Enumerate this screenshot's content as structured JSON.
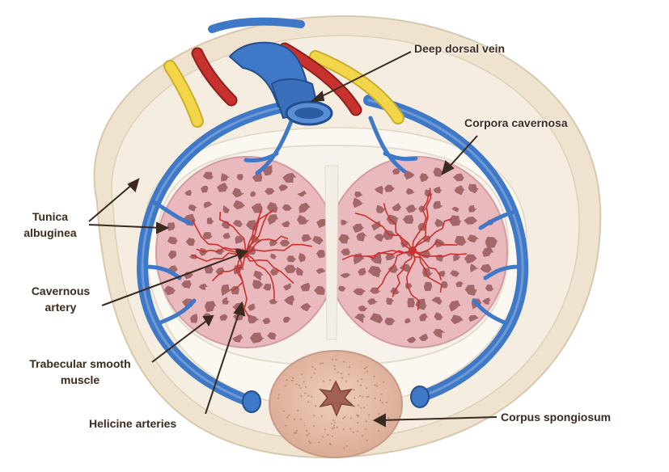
{
  "diagram": {
    "labels": {
      "deep_dorsal_vein": "Deep dorsal vein",
      "corpora_cavernosa": "Corpora cavernosa",
      "tunica_albuginea_line1": "Tunica",
      "tunica_albuginea_line2": "albuginea",
      "cavernous_artery_line1": "Cavernous",
      "cavernous_artery_line2": "artery",
      "trabecular_line1": "Trabecular smooth",
      "trabecular_line2": "muscle",
      "helicine_arteries": "Helicine arteries",
      "corpus_spongiosum": "Corpus spongiosum"
    },
    "colors": {
      "vein": "#3f78c6",
      "artery": "#c8322e",
      "nerve": "#f2d548",
      "erectile_tissue": "#e9b9bd",
      "sinusoid": "#96585c",
      "spongiosum": "#e5bfaa",
      "tunica": "#f6f1e8",
      "skin_layer": "#f3ead9",
      "leader_line": "#3a2a20"
    }
  }
}
